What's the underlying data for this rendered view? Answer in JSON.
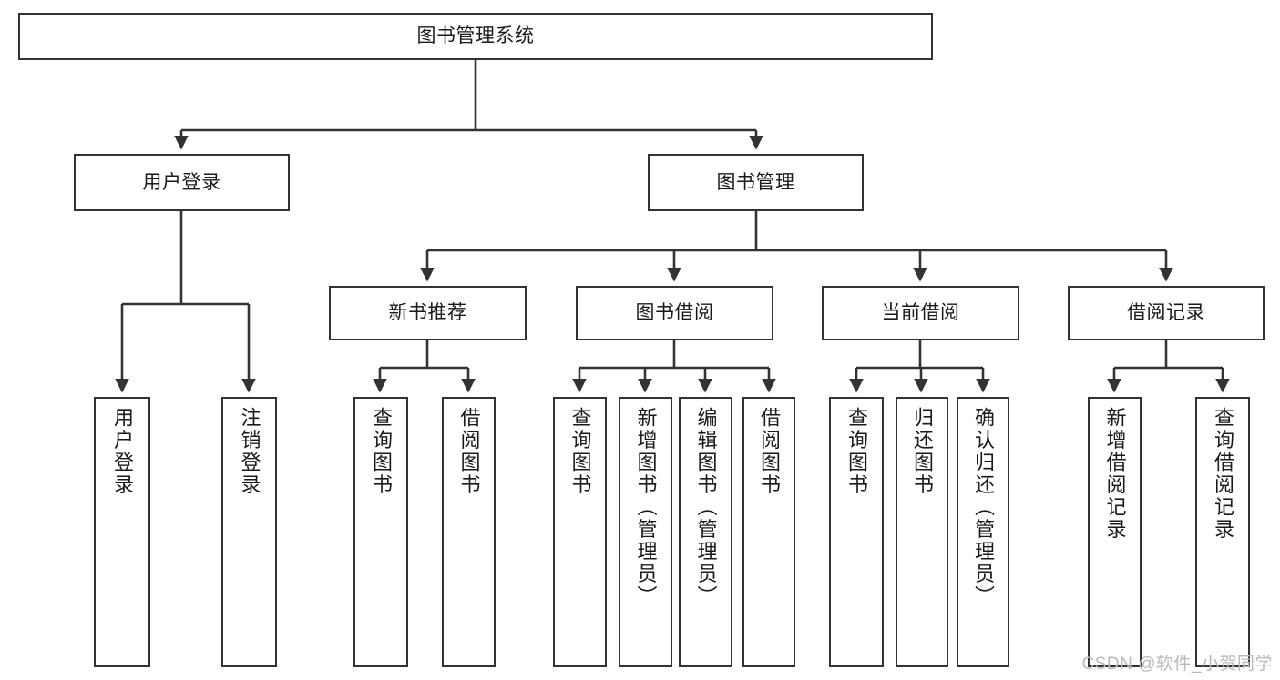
{
  "diagram": {
    "title": "图书管理系统",
    "type": "tree-hierarchy",
    "watermark": "CSDN @软件_小贺同学",
    "colors": {
      "stroke": "#333333",
      "fill": "#ffffff",
      "text": "#1a1a1a",
      "watermark": "#b9b9b9"
    },
    "nodes": {
      "root": {
        "label": "图书管理系统",
        "level": 1
      },
      "l2": [
        {
          "label": "用户登录",
          "level": 2
        },
        {
          "label": "图书管理",
          "level": 2
        }
      ],
      "l3": [
        {
          "label": "新书推荐",
          "level": 3
        },
        {
          "label": "图书借阅",
          "level": 3
        },
        {
          "label": "当前借阅",
          "level": 3
        },
        {
          "label": "借阅记录",
          "level": 3
        }
      ],
      "leaves": [
        {
          "label": "用户登录",
          "parent": "用户登录"
        },
        {
          "label": "注销登录",
          "parent": "用户登录"
        },
        {
          "label": "查询图书",
          "parent": "新书推荐"
        },
        {
          "label": "借阅图书",
          "parent": "新书推荐"
        },
        {
          "label": "查询图书",
          "parent": "图书借阅"
        },
        {
          "label": "新增图书（管理员）",
          "parent": "图书借阅"
        },
        {
          "label": "编辑图书（管理员）",
          "parent": "图书借阅"
        },
        {
          "label": "借阅图书",
          "parent": "图书借阅"
        },
        {
          "label": "查询图书",
          "parent": "当前借阅"
        },
        {
          "label": "归还图书",
          "parent": "当前借阅"
        },
        {
          "label": "确认归还（管理员）",
          "parent": "当前借阅"
        },
        {
          "label": "新增借阅记录",
          "parent": "借阅记录"
        },
        {
          "label": "查询借阅记录",
          "parent": "借阅记录"
        }
      ]
    }
  }
}
